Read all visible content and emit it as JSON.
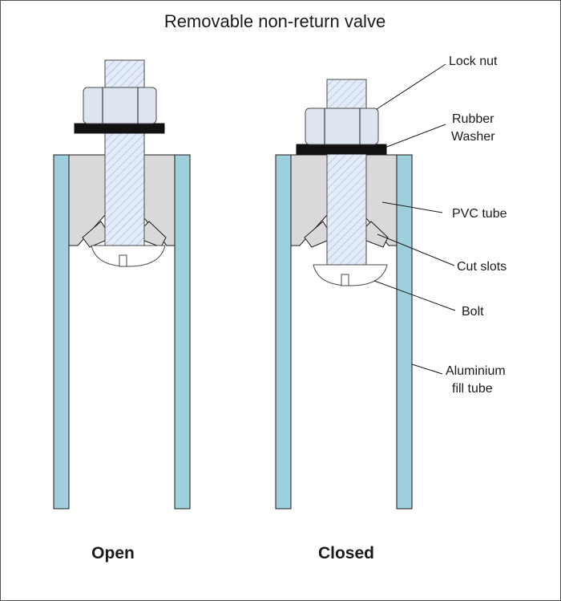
{
  "title": "Removable non-return valve",
  "captions": {
    "open": "Open",
    "closed": "Closed"
  },
  "labels": {
    "lock_nut": "Lock nut",
    "rubber_washer_line1": "Rubber",
    "rubber_washer_line2": "Washer",
    "pvc_tube": "PVC tube",
    "cut_slots": "Cut slots",
    "bolt": "Bolt",
    "aluminium_line1": "Aluminium",
    "aluminium_line2": "fill tube"
  },
  "colors": {
    "tube": "#9fcfdc",
    "pvc": "#d9d9d9",
    "washer": "#111111",
    "nut": "#dde6f0"
  }
}
